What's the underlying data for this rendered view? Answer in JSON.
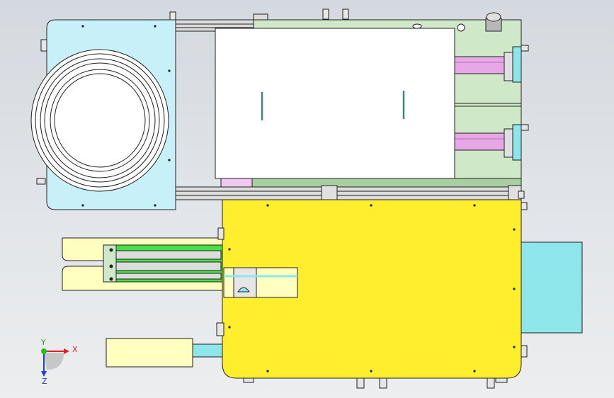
{
  "axis_triad": {
    "x_label": "X",
    "y_label": "Y",
    "z_label": "Z"
  },
  "colors": {
    "background_top": "#d4d9df",
    "background_bottom": "#eceeef",
    "cyan_plate": "#c8f0f8",
    "green_frame": "#cfe8c8",
    "white_plate": "#ffffff",
    "magenta_rod": "#e8a8e8",
    "yellow_plate": "#ffee2e",
    "pale_yellow": "#ffffc0",
    "teal_block": "#8ee6ea",
    "green_cylinder": "#44e044",
    "outline": "#202020"
  }
}
